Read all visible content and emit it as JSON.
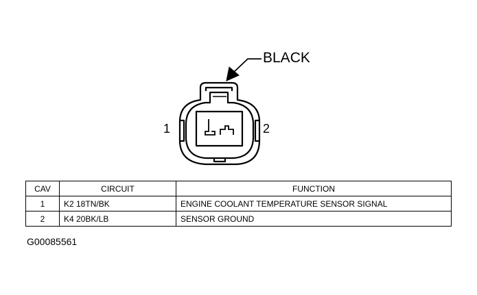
{
  "connector": {
    "color_label": "BLACK",
    "pin_labels": [
      "1",
      "2"
    ]
  },
  "table": {
    "headers": {
      "cav": "CAV",
      "circuit": "CIRCUIT",
      "function": "FUNCTION"
    },
    "rows": [
      {
        "cav": "1",
        "circuit": "K2 18TN/BK",
        "function": "ENGINE COOLANT TEMPERATURE SENSOR SIGNAL"
      },
      {
        "cav": "2",
        "circuit": "K4 20BK/LB",
        "function": "SENSOR GROUND"
      }
    ]
  },
  "figure_id": "G00085561"
}
